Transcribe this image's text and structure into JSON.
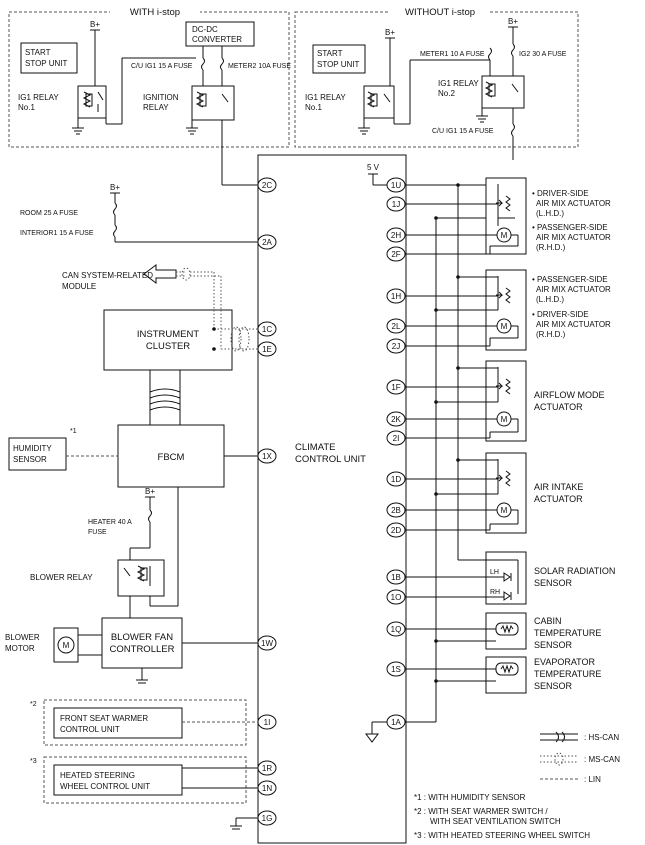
{
  "sections": {
    "with_istop": "WITH i-stop",
    "without_istop": "WITHOUT i-stop"
  },
  "power": {
    "bplus": "B+",
    "five_v": "5 V"
  },
  "left_top": {
    "start_stop_unit": [
      "START",
      "STOP UNIT"
    ],
    "ig1_relay": [
      "IG1 RELAY",
      "No.1"
    ],
    "dcdc_converter": [
      "DC-DC",
      "CONVERTER"
    ],
    "cu_ig1_fuse": "C/U IG1 15 A FUSE",
    "meter2_fuse": "METER2 10A FUSE",
    "ignition_relay": [
      "IGNITION",
      "RELAY"
    ]
  },
  "right_top": {
    "start_stop_unit": [
      "START",
      "STOP UNIT"
    ],
    "ig1_relay": [
      "IG1 RELAY",
      "No.1"
    ],
    "meter1_fuse": "METER1 10 A FUSE",
    "ig2_fuse": "IG2 30 A FUSE",
    "ig1_relay2": [
      "IG1 RELAY",
      "No.2"
    ],
    "cu_ig1_fuse": "C/U IG1 15 A FUSE"
  },
  "left": {
    "room_fuse": "ROOM 25 A FUSE",
    "interior_fuse": "INTERIOR1 15 A FUSE",
    "can_module": [
      "CAN SYSTEM-RELATED",
      "MODULE"
    ],
    "instrument_cluster": [
      "INSTRUMENT",
      "CLUSTER"
    ],
    "humidity_sensor": [
      "HUMIDITY",
      "SENSOR"
    ],
    "humidity_note": "*1",
    "fbcm": "FBCM",
    "heater_fuse": [
      "HEATER 40 A",
      "FUSE"
    ],
    "blower_relay": "BLOWER RELAY",
    "blower_motor": [
      "BLOWER",
      "MOTOR"
    ],
    "blower_fan_controller": [
      "BLOWER FAN",
      "CONTROLLER"
    ],
    "seat_warmer_note": "*2",
    "seat_warmer": [
      "FRONT SEAT WARMER",
      "CONTROL UNIT"
    ],
    "steering_note": "*3",
    "steering": [
      "HEATED STEERING",
      "WHEEL CONTROL UNIT"
    ]
  },
  "ccu": {
    "label": [
      "CLIMATE",
      "CONTROL UNIT"
    ],
    "left_pins": [
      "2C",
      "2A",
      "1C",
      "1E",
      "1X",
      "1W",
      "1I",
      "1R",
      "1N",
      "1G"
    ],
    "right_pins": [
      "1U",
      "1J",
      "2H",
      "2F",
      "1H",
      "2L",
      "2J",
      "1F",
      "2K",
      "2I",
      "1D",
      "2B",
      "2D",
      "1B",
      "1O",
      "1Q",
      "1S",
      "1A"
    ]
  },
  "actuators": {
    "driver_air_mix": [
      "• DRIVER-SIDE",
      "AIR MIX ACTUATOR",
      "(L.H.D.)"
    ],
    "pass_air_mix": [
      "• PASSENGER-SIDE",
      "AIR MIX ACTUATOR",
      "(R.H.D.)"
    ],
    "pass_air_mix_lhd": [
      "• PASSENGER-SIDE",
      "AIR MIX ACTUATOR",
      "(L.H.D.)"
    ],
    "driver_air_mix_rhd": [
      "• DRIVER-SIDE",
      "AIR MIX ACTUATOR",
      "(R.H.D.)"
    ],
    "airflow_mode": [
      "AIRFLOW MODE",
      "ACTUATOR"
    ],
    "air_intake": [
      "AIR INTAKE",
      "ACTUATOR"
    ],
    "solar": [
      "SOLAR RADIATION",
      "SENSOR"
    ],
    "solar_lh": "LH",
    "solar_rh": "RH",
    "cabin_temp": [
      "CABIN",
      "TEMPERATURE",
      "SENSOR"
    ],
    "evap_temp": [
      "EVAPORATOR",
      "TEMPERATURE",
      "SENSOR"
    ]
  },
  "legend": {
    "hs_can": ": HS-CAN",
    "ms_can": ": MS-CAN",
    "lin": ": LIN"
  },
  "notes": [
    "*1 : WITH HUMIDITY SENSOR",
    "*2 : WITH SEAT WARMER SWITCH /",
    "WITH SEAT VENTILATION SWITCH",
    "*3 : WITH HEATED STEERING WHEEL SWITCH"
  ]
}
